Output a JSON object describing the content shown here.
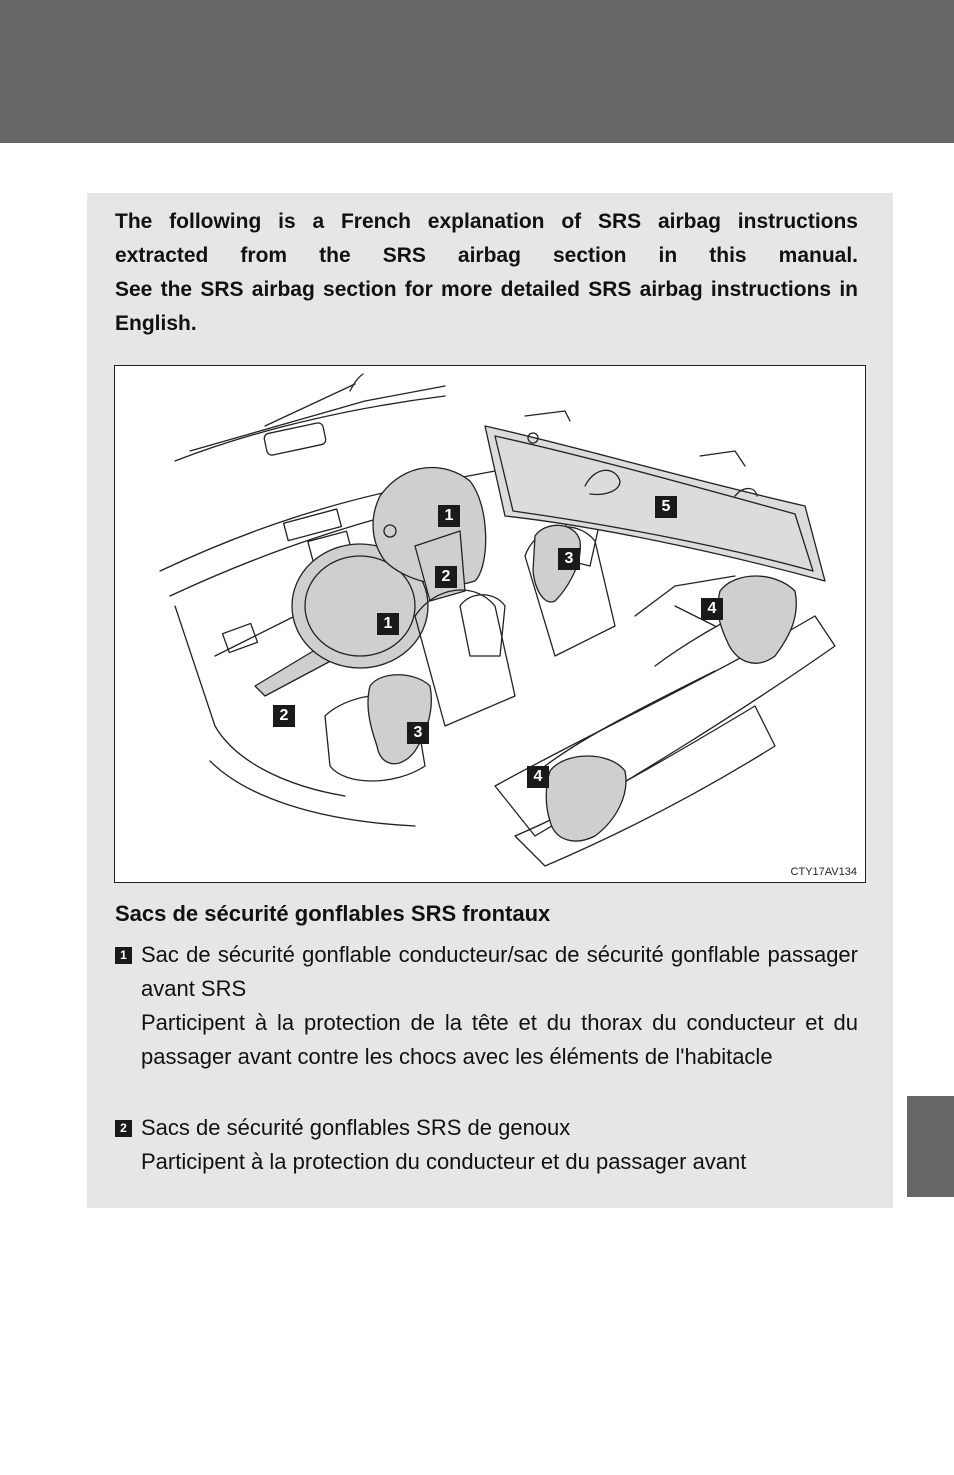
{
  "intro": {
    "para1": "The following is a French explanation of SRS airbag instructions extracted from the SRS airbag section in this manual.",
    "para2": "See the SRS airbag section for more detailed SRS airbag instructions in English."
  },
  "figure": {
    "code": "CTY17AV134",
    "callouts": [
      "1",
      "2",
      "1",
      "2",
      "3",
      "3",
      "4",
      "4",
      "5"
    ]
  },
  "section": {
    "title": "Sacs de sécurité gonflables SRS frontaux"
  },
  "items": [
    {
      "number": "1",
      "heading": "Sac de sécurité gonflable conducteur/sac de sécurité gonflable passager avant SRS",
      "description": "Participent à la protection de la tête et du thorax du conducteur et du passager avant contre les chocs avec les éléments de l'habitacle"
    },
    {
      "number": "2",
      "heading": "Sacs de sécurité gonflables SRS de genoux",
      "description": "Participent à la protection du conducteur et du passager avant"
    }
  ]
}
